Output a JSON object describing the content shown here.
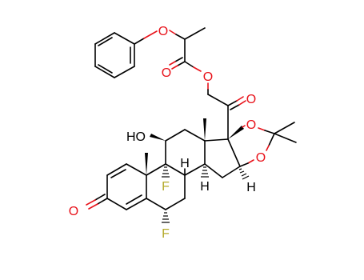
{
  "diagram": {
    "type": "chemical-structure",
    "atom_labels": {
      "ether_oxygen": "O",
      "carbonyl_oxygen_ester": "O",
      "ester_oxygen": "O",
      "ketone_oxygen_c20": "O",
      "acetonide_oxygen_upper": "O",
      "acetonide_oxygen_lower": "O",
      "hydroxyl": "HO",
      "fluorine_9": "F",
      "fluorine_6": "F",
      "ketone_oxygen_c3": "O",
      "hydrogen_8": "H",
      "hydrogen_14": "H",
      "hydrogen_16": "H"
    },
    "colors": {
      "bond": "#000000",
      "oxygen": "#e8121a",
      "fluorine": "#b4aa2a",
      "background": "#ffffff"
    }
  }
}
